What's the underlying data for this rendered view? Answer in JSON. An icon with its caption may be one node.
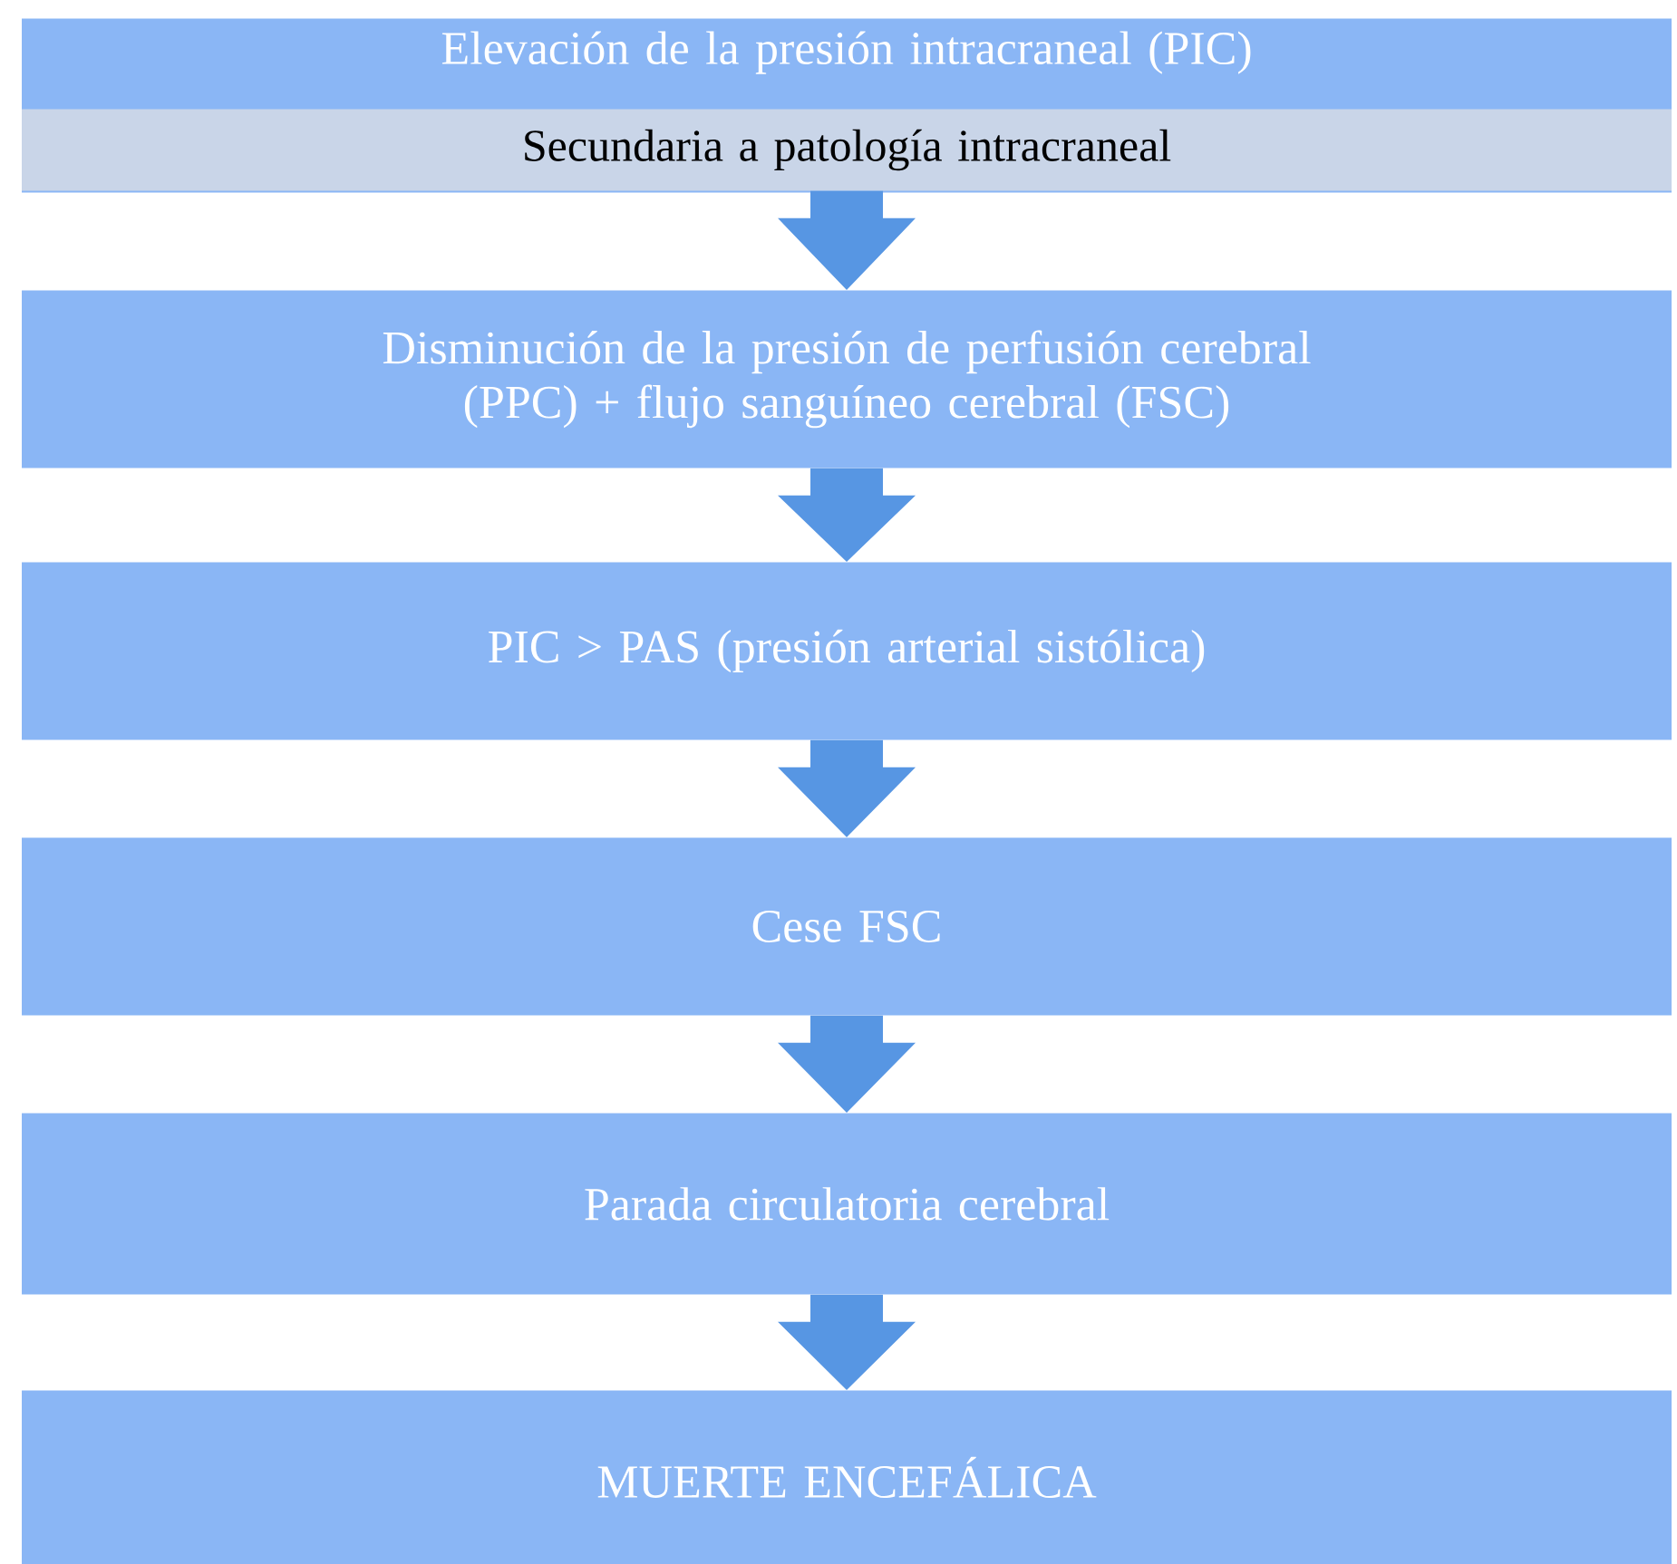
{
  "diagram": {
    "nodes": [
      {
        "text": [
          "Elevación de la presión intracraneal (PIC)"
        ]
      },
      {
        "text": [
          "Secundaria a patología intracraneal"
        ],
        "in": 0
      },
      {
        "text": [
          "Disminución de la presión de perfusión cerebral (PPC) + flujo sanguíneo cerebral (FSC)"
        ]
      },
      {
        "text": [
          "PIC > PAS (presión arterial sistólica)"
        ]
      },
      {
        "text": [
          "Cese  FSC"
        ]
      },
      {
        "text": [
          "Parada circulatoria cerebral"
        ]
      },
      {
        "text": [
          "MUERTE ENCEFÁLICA"
        ]
      }
    ],
    "edges": [
      {
        "from": 1,
        "to": 2,
        "arrow": "to"
      },
      {
        "from": 2,
        "to": 3,
        "arrow": "to"
      },
      {
        "from": 3,
        "to": 4,
        "arrow": "to"
      },
      {
        "from": 4,
        "to": 5,
        "arrow": "to"
      },
      {
        "from": 5,
        "to": 6,
        "arrow": "to"
      }
    ]
  }
}
